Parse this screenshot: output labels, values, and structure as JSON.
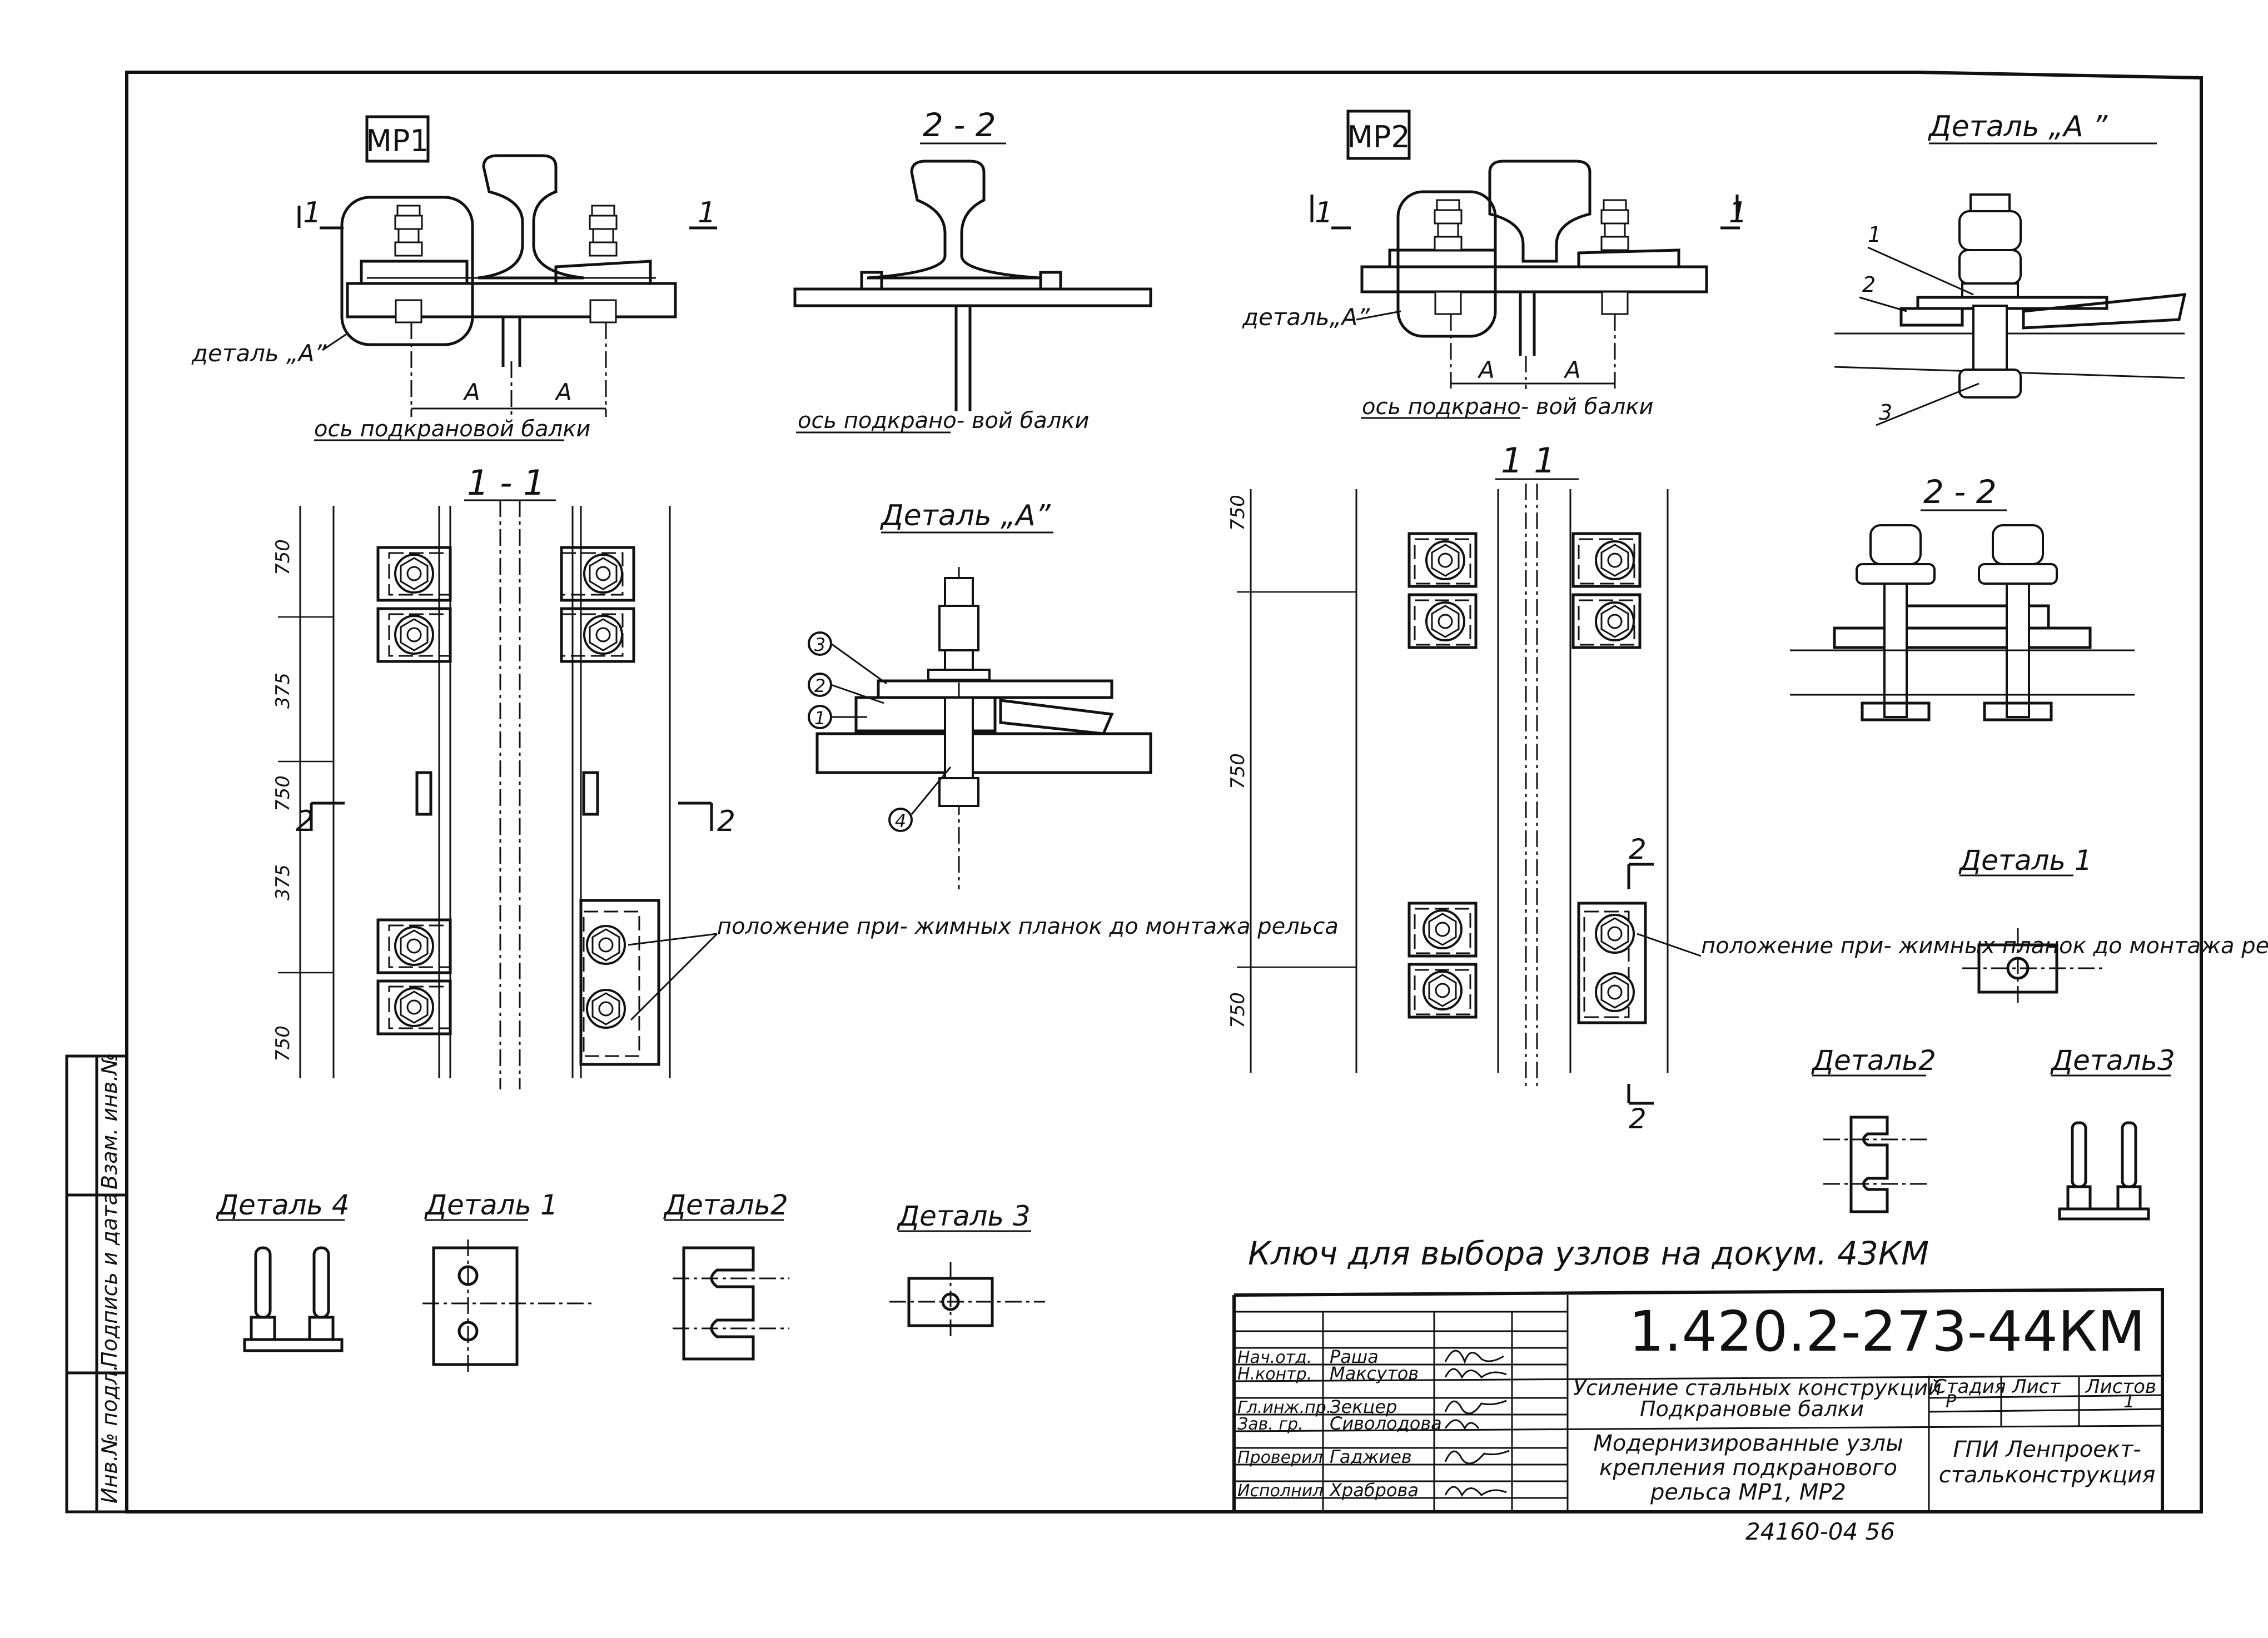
{
  "mp1": {
    "tag": "МР1",
    "section_mark": "1",
    "detail_a_ref": "деталь „А”",
    "dim_a": "А",
    "beam_axis": "ось подкрановой балки",
    "section_2_2": "2 - 2",
    "beam_axis_2": "ось подкрано- вой балки",
    "section_1_1": "1 - 1",
    "dims": [
      "750",
      "375",
      "750",
      "375",
      "750"
    ],
    "cut_mark": "2",
    "detail_a_title": "Деталь „А”",
    "callouts": [
      "3",
      "2",
      "1",
      "4"
    ],
    "clamp_note": "положение при- жимных планок до монтажа рельса",
    "detail_4": "Деталь 4",
    "detail_1": "Деталь 1",
    "detail_2": "Деталь2",
    "detail_3": "Деталь 3"
  },
  "mp2": {
    "tag": "МР2",
    "section_mark": "1",
    "detail_a_ref": "деталь„А”",
    "dim_a": "А",
    "beam_axis": "ось подкрано- вой балки",
    "section_1_1": "1  1",
    "dims": [
      "750",
      "750",
      "750"
    ],
    "cut_mark": "2",
    "clamp_note": "положение при- жимных планок до монтажа рельса",
    "detail_a_title": "Деталь „А ”",
    "detail_a_callouts": [
      "1",
      "2",
      "3"
    ],
    "section_2_2": "2 - 2",
    "detail_1": "Деталь 1",
    "detail_2": "Деталь2",
    "detail_3": "Деталь3"
  },
  "key_note": "Ключ для выбора узлов на докум. 43КМ",
  "title_block": {
    "doc_code": "1.420.2-273-44КМ",
    "project_title": "Усиление стальных конструкций",
    "project_subtitle": "Подкрановые балки",
    "sheet_title": "Модернизированные узлы крепления подкранового рельса МР1, МР2",
    "organization": "ГПИ Ленпроект- стальконструкция",
    "stage_header": "Стадия",
    "sheet_header": "Лист",
    "sheets_header": "Листов",
    "stage_value": "Р",
    "sheets_value": "1",
    "staff": [
      {
        "role": "Нач.отд.",
        "name": "Раша"
      },
      {
        "role": "Н.контр.",
        "name": "Максутов"
      },
      {
        "role": "Гл.инж.пр.",
        "name": "Зекцер"
      },
      {
        "role": "Зав. гр.",
        "name": "Сиволодова"
      },
      {
        "role": "Проверил",
        "name": "Гаджиев"
      },
      {
        "role": "Исполнил",
        "name": "Храброва"
      }
    ],
    "archive_number": "24160-04  56"
  },
  "side_stamp": {
    "inv_orig": "Инв.№ подл.",
    "sign_date": "Подпись и дата",
    "inv_replace": "Взам. инв.№"
  }
}
